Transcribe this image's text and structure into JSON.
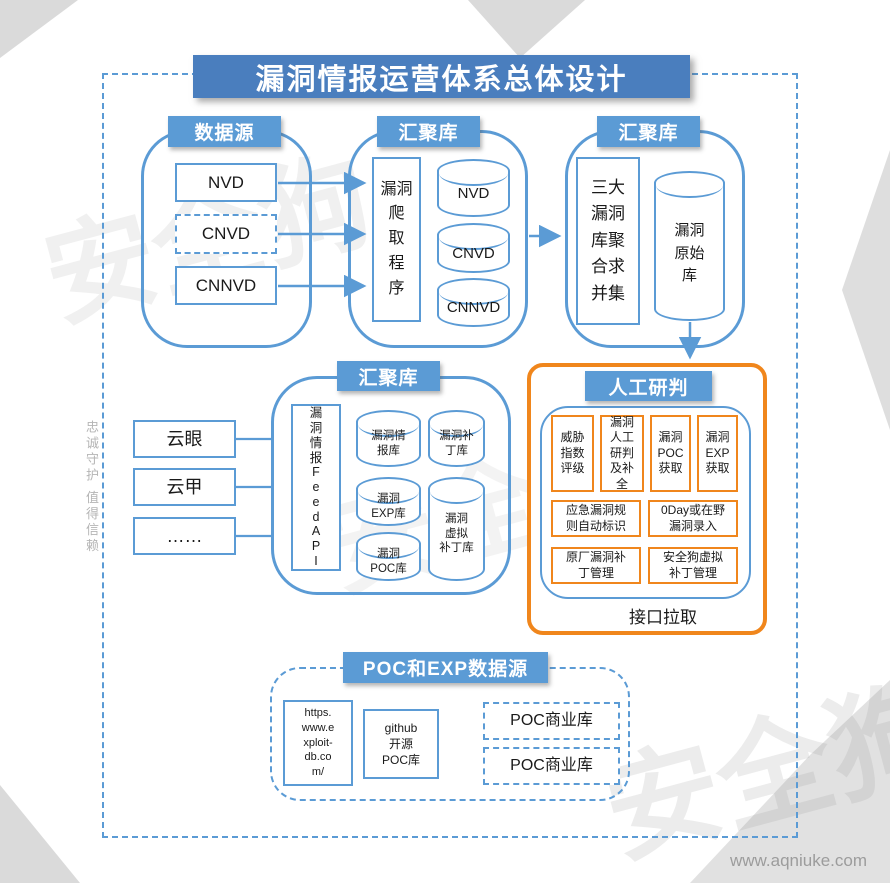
{
  "title": "漏洞情报运营体系总体设计",
  "colors": {
    "primary_blue": "#5B9BD5",
    "accent_orange": "#F0861C"
  },
  "watermark": {
    "brand": "安全狗",
    "slogan": "忠诚守护 值得信赖",
    "url": "www.aqniuke.com"
  },
  "datasource": {
    "header": "数据源",
    "items": [
      "NVD",
      "CNVD",
      "CNNVD"
    ]
  },
  "crawler_hub": {
    "header": "汇聚库",
    "crawler_box": "漏洞\n爬\n取\n程\n序",
    "cylinders": [
      "NVD",
      "CNVD",
      "CNNVD"
    ]
  },
  "merge_hub": {
    "header": "汇聚库",
    "merge_box": "三大\n漏洞\n库聚\n合求\n并集",
    "raw_db_cylinder": "漏洞\n原始\n库"
  },
  "manual_review": {
    "header": "人工研判",
    "top_boxes": [
      "威胁\n指数\n评级",
      "漏洞\n人工\n研判\n及补\n全",
      "漏洞\nPOC\n获取",
      "漏洞\nEXP\n获取"
    ],
    "mid_boxes": [
      "应急漏洞规\n则自动标识",
      "0Day或在野\n漏洞录入"
    ],
    "bottom_boxes": [
      "原厂漏洞补\n丁管理",
      "安全狗虚拟\n补丁管理"
    ],
    "footer_label": "接口拉取"
  },
  "feed_hub": {
    "header": "汇聚库",
    "api_box": "漏\n洞\n情\n报\nF\ne\ne\nd\nA\nP\nI",
    "cylinders": [
      "漏洞情\n报库",
      "漏洞\nEXP库",
      "漏洞\nPOC库",
      "漏洞补\n丁库",
      "漏洞\n虚拟\n补丁库"
    ]
  },
  "clients": [
    "云眼",
    "云甲",
    "……"
  ],
  "poc_sources": {
    "header": "POC和EXP数据源",
    "exploit_db_box": "https.\nwww.e\nxploit-\ndb.co\nm/",
    "github_box": "github\n开源\nPOC库",
    "commercial_boxes": [
      "POC商业库",
      "POC商业库"
    ]
  }
}
